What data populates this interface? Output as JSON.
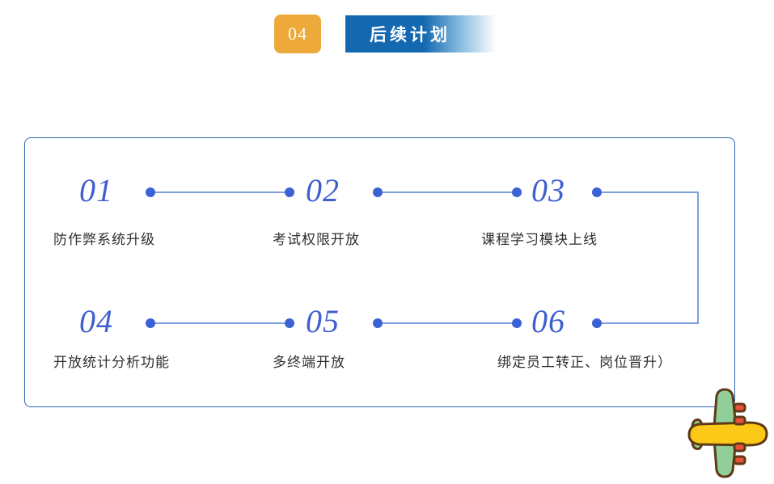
{
  "header": {
    "section_number": "04",
    "title": "后续计划",
    "badge_color": "#eda93a",
    "banner_color": "#1368b0"
  },
  "frame": {
    "border_color": "#2e66b5"
  },
  "timeline": {
    "dot_color": "#3b62d4",
    "line_color": "#7e9fdd",
    "number_color": "#3f5fd0",
    "label_color": "#2f2f2f",
    "steps": [
      {
        "number": "01",
        "label": "防作弊系统升级"
      },
      {
        "number": "02",
        "label": "考试权限开放"
      },
      {
        "number": "03",
        "label": "课程学习模块上线"
      },
      {
        "number": "04",
        "label": "开放统计分析功能"
      },
      {
        "number": "05",
        "label": "多终端开放"
      },
      {
        "number": "06",
        "label": "绑定员工转正、岗位晋升）"
      }
    ]
  },
  "decoration": {
    "airplane": {
      "body_color": "#fcc918",
      "wing_color": "#90cf9a",
      "engine_color": "#e8533c",
      "outline_color": "#5e3a16"
    }
  }
}
